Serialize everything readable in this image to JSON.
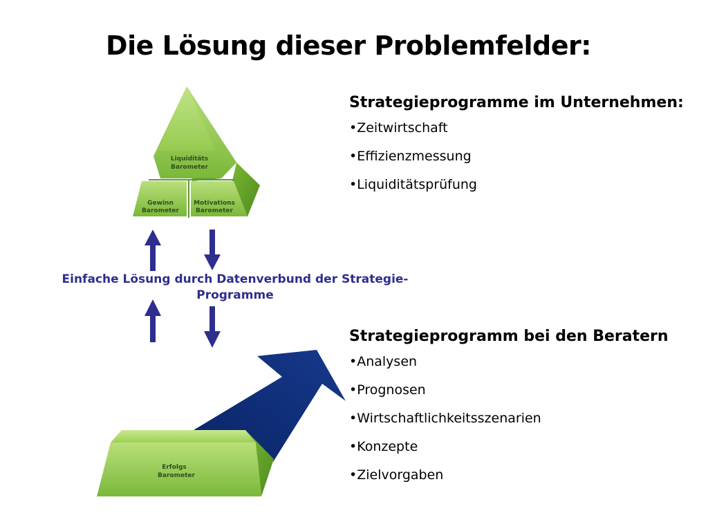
{
  "title": "Die Lösung dieser Problemfelder:",
  "top_section": {
    "heading": "Strategieprogramme im Unternehmen:",
    "items": [
      "Zeitwirtschaft",
      "Effizienzmessung",
      "Liquiditätsprüfung"
    ]
  },
  "bottom_section": {
    "heading": "Strategieprogramm bei den Beratern",
    "items": [
      "Analysen",
      "Prognosen",
      "Wirtschaftlichkeitsszenarien",
      "Konzepte",
      "Zielvorgaben"
    ]
  },
  "center_label": {
    "line1": "Einfache Lösung durch Datenverbund der Strategie-",
    "line2": "Programme"
  },
  "pyramid": {
    "top_block": [
      "Liquiditäts",
      "Barometer"
    ],
    "left_block": [
      "Gewinn",
      "Barometer"
    ],
    "right_block": [
      "Motivations",
      "Barometer"
    ]
  },
  "base_block": [
    "Erfolgs",
    "Barometer"
  ],
  "colors": {
    "arrow": "#2e2e8f",
    "big_arrow": "#0f2d78",
    "green": "#8cc63f",
    "label_text": "#2e2e8f"
  }
}
